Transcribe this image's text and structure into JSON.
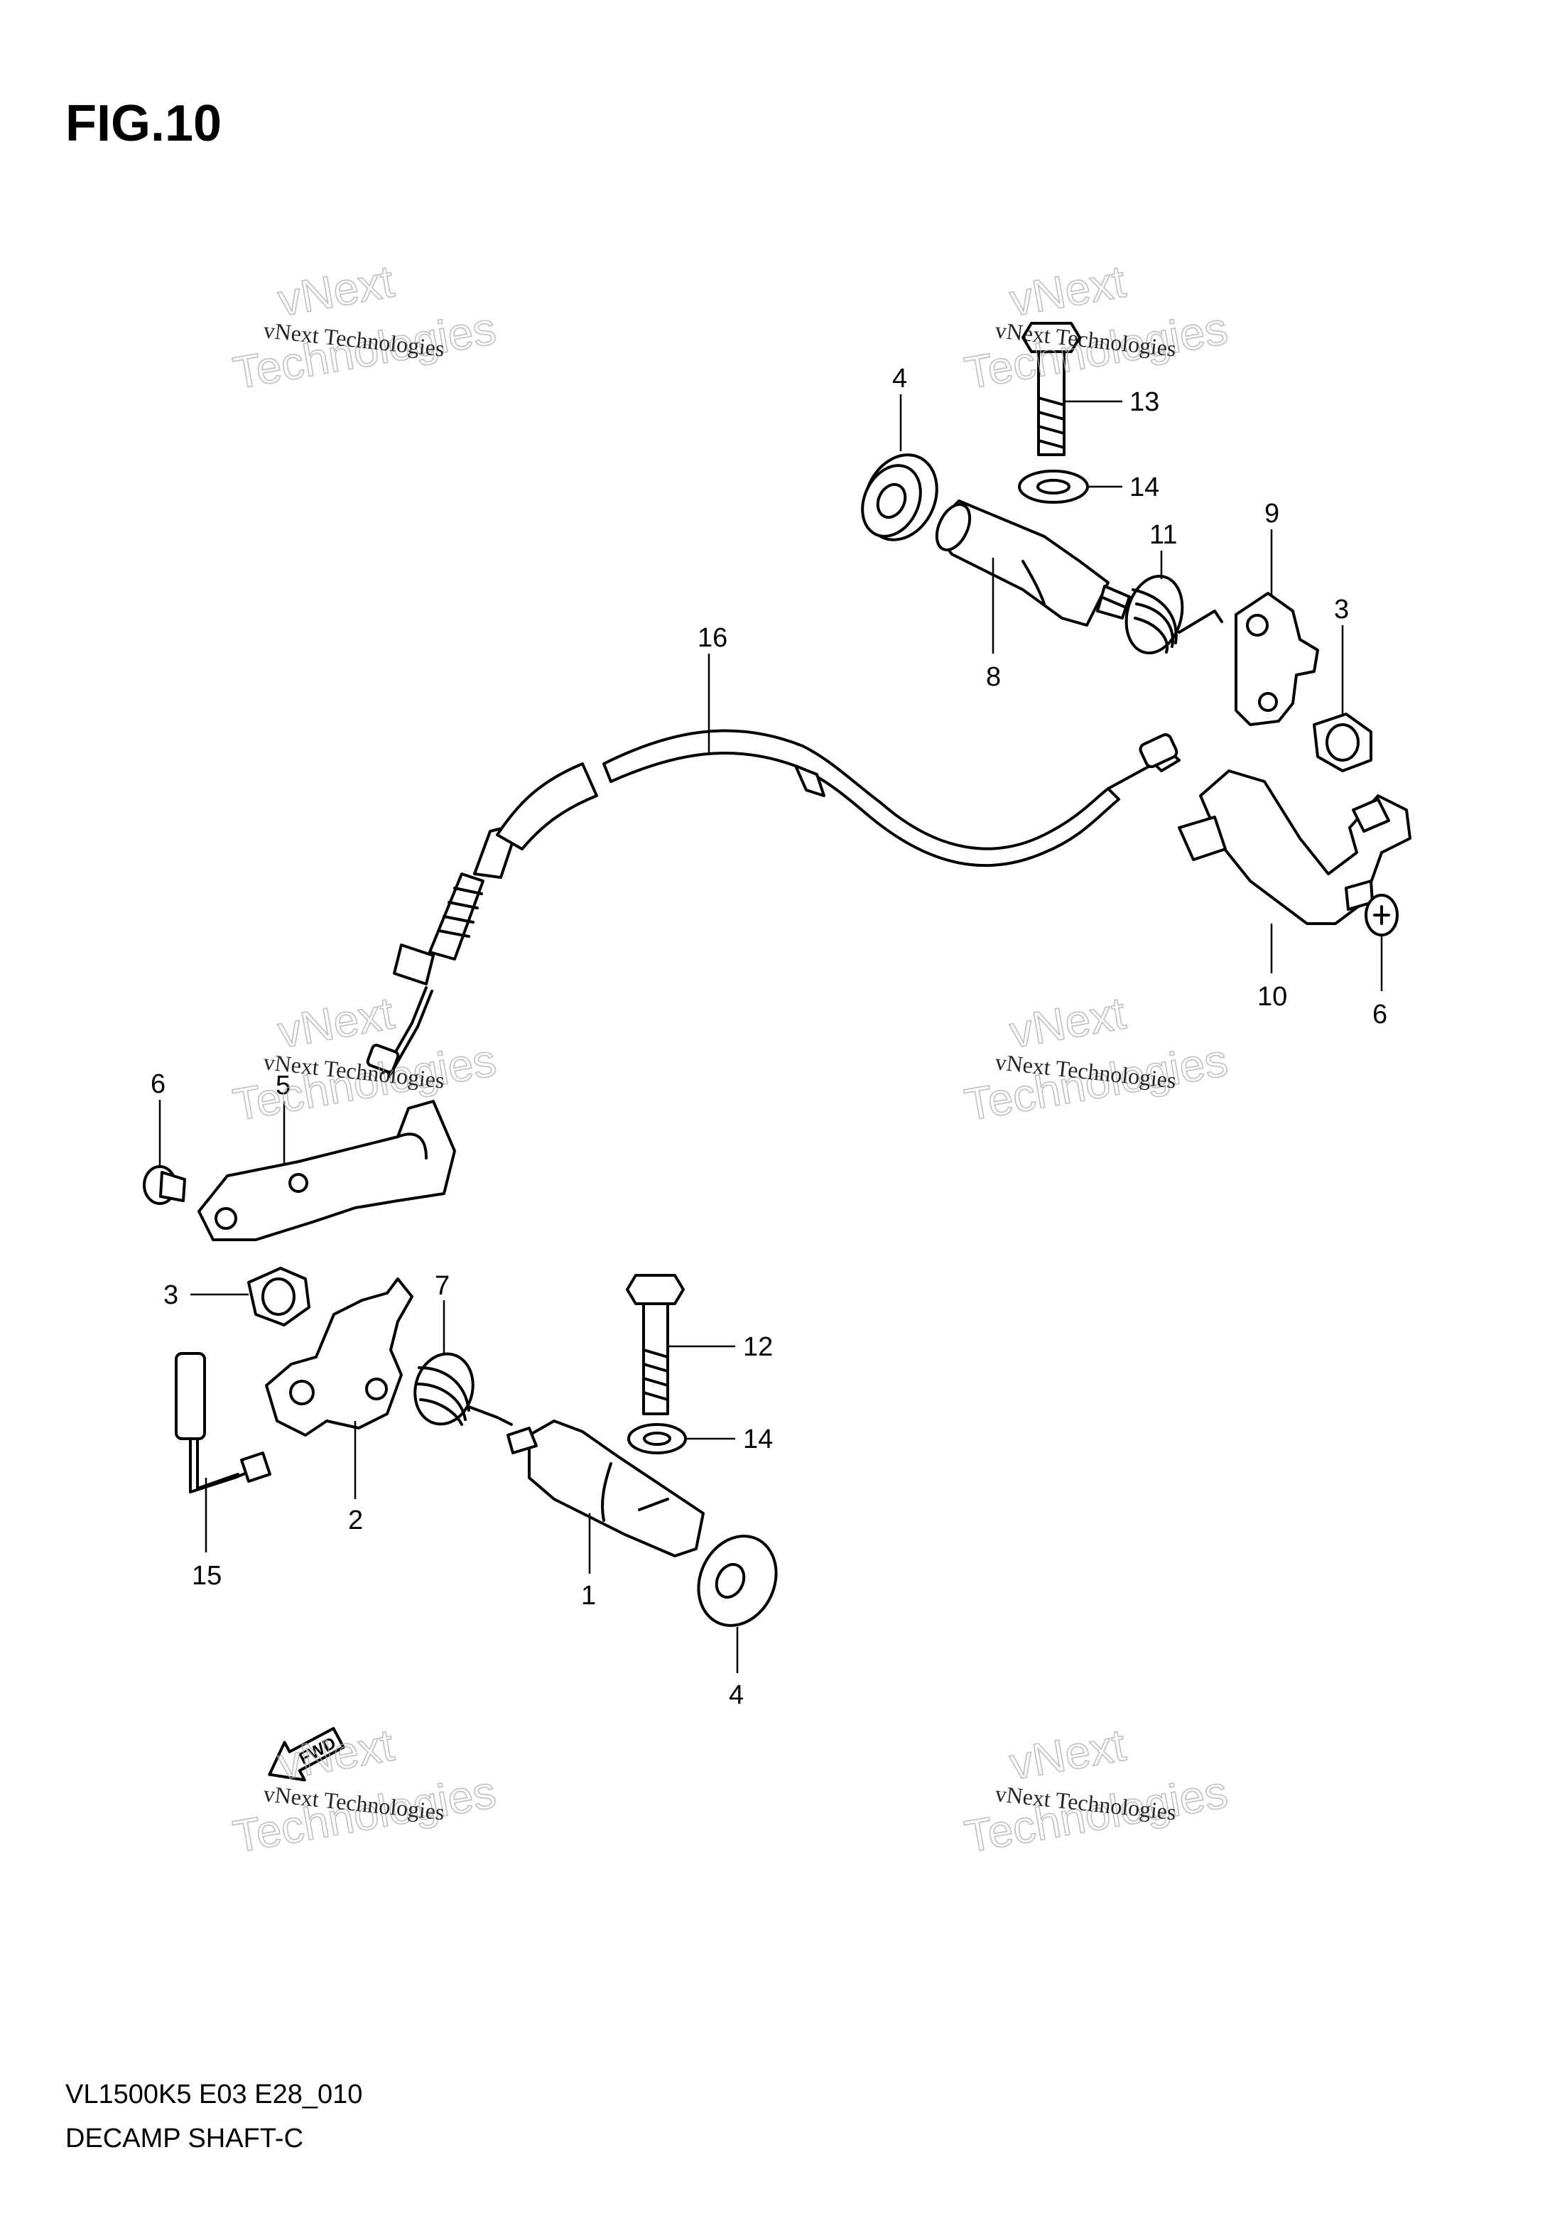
{
  "figure": {
    "title": "FIG.10",
    "code": "VL1500K5 E03 E28_010",
    "name": "DECAMP SHAFT-C"
  },
  "fwd_label": "FWD",
  "watermark": {
    "line1": "vNext Technologies",
    "line2": "vNext",
    "line3": "Technologies"
  },
  "callouts": [
    "1",
    "2",
    "3",
    "3",
    "4",
    "4",
    "5",
    "6",
    "6",
    "7",
    "8",
    "9",
    "10",
    "11",
    "12",
    "13",
    "14",
    "14",
    "15",
    "16"
  ]
}
